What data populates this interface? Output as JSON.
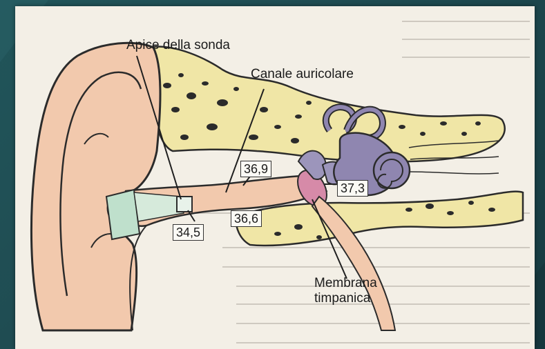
{
  "labels": {
    "probe_tip": "Apice della sonda",
    "ear_canal": "Canale auricolare",
    "tympanic_line1": "Membrana",
    "tympanic_line2": "timpanica"
  },
  "readings": {
    "canal_upper": "36,9",
    "inner": "37,3",
    "entrance": "34,5",
    "canal_lower": "36,6"
  },
  "colors": {
    "background": "#1f4c52",
    "paper": "#f3efe6",
    "skin": "#f2c9ad",
    "bone": "#f0e6a6",
    "cochlea": "#8f86b0",
    "membrane": "#d68aa8",
    "probe": "#bfe0cc"
  }
}
